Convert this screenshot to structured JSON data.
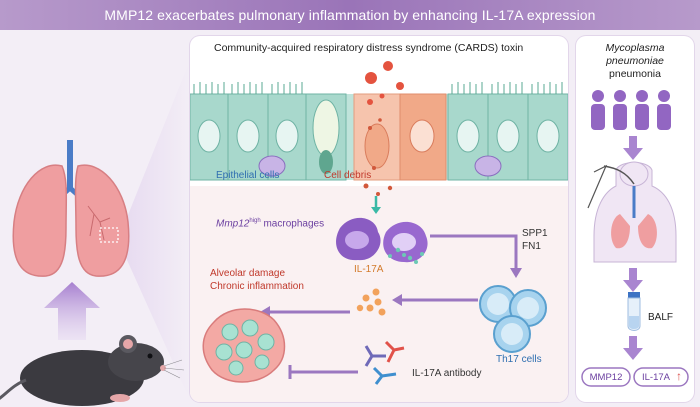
{
  "title": "MMP12 exacerbates pulmonary inflammation by enhancing IL-17A expression",
  "center_panel": {
    "toxin_label": "Community-acquired respiratory distress syndrome (CARDS) toxin",
    "epithelial_label": "Epithelial cells",
    "debris_label": "Cell debris",
    "macrophage_gene": "Mmp12",
    "macrophage_superscript": "high",
    "macrophage_suffix": " macrophages",
    "spp1_label": "SPP1",
    "fn1_label": "FN1",
    "il17a_label": "IL-17A",
    "th17_label": "Th17 cells",
    "damage_label": "Alveolar damage",
    "inflammation_label": "Chronic inflammation",
    "antibody_label": "IL-17A antibody"
  },
  "right_panel": {
    "organism_line1": "Mycoplasma",
    "organism_line2": "pneumoniae",
    "disease_label": "pneumonia",
    "balf_label": "BALF",
    "marker1": "MMP12",
    "marker2": "IL-17A",
    "up_arrow": "↑"
  },
  "colors": {
    "title_bar": "#a07fbd",
    "arrow_purple": "#9b77c0",
    "epithelium_green": "#9fd3c6",
    "damaged_cell": "#f1a988",
    "macrophage": "#8a5cc2",
    "th17": "#7ab7dc",
    "lung": "#ef9ea0",
    "red_text": "#c0392b",
    "blue_text": "#2f6fb0"
  },
  "icons": [
    "lung-icon",
    "mouse-icon",
    "people-icon",
    "patient-bronchoscopy-icon",
    "tube-icon",
    "macrophage-icon",
    "t-cell-icon",
    "antibody-icon",
    "alveoli-icon",
    "up-arrow-icon"
  ]
}
